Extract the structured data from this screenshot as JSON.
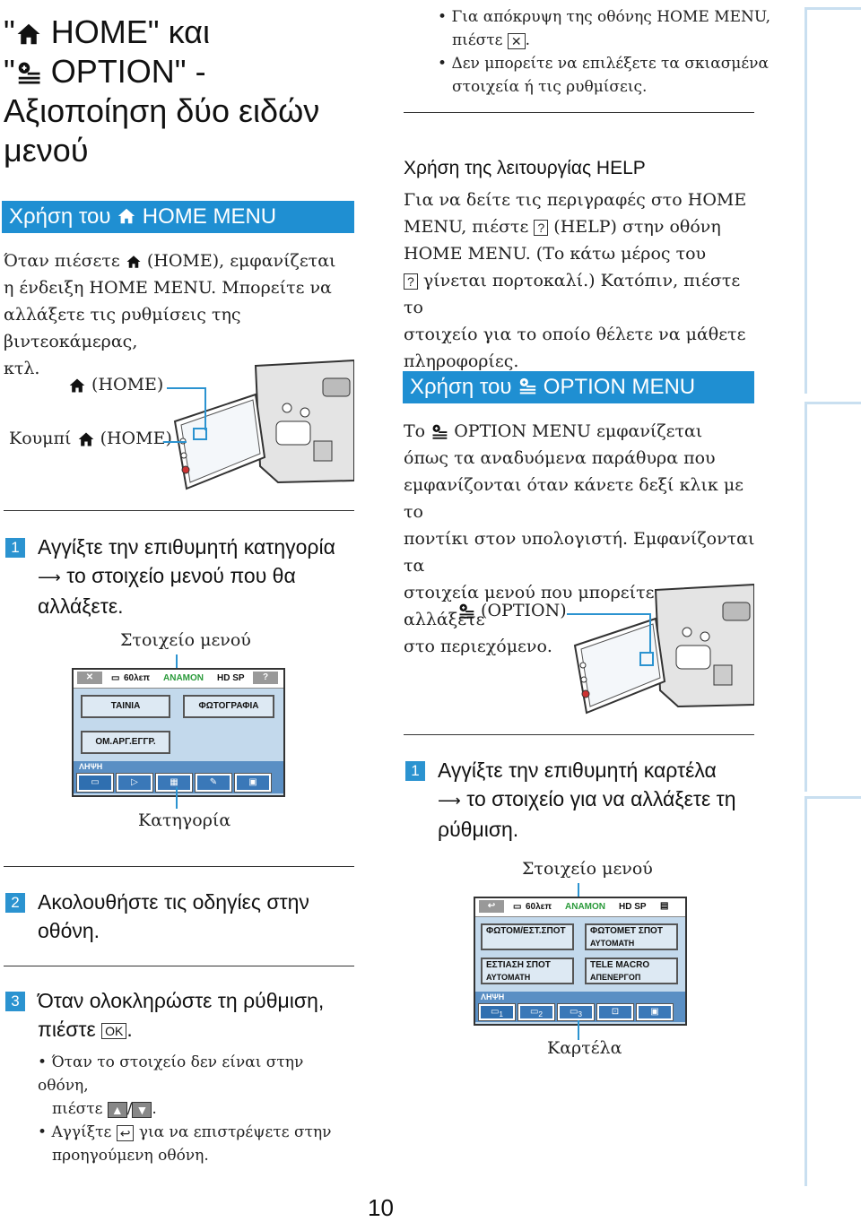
{
  "left": {
    "title_line1": "\" HOME\" και",
    "title_line2": "\" OPTION\" -",
    "title_line3": "Αξιοποίηση δύο ειδών",
    "title_line4": "μενού",
    "home_band": "Χρήση του  HOME MENU",
    "home_para_1": "Όταν πιέσετε  (HOME), εμφανίζεται",
    "home_para_2": "η ένδειξη HOME MENU. Μπορείτε να",
    "home_para_3": "αλλάξετε τις ρυθμίσεις της βιντεοκάμερας,",
    "home_para_4": "κτλ.",
    "callout_home": "(HOME)",
    "callout_button": "Κουμπί",
    "callout_button_home": "(HOME)",
    "step1_num": "1",
    "step1_line1": "Αγγίξτε την επιθυμητή κατηγορία",
    "step1_line2": "το στοιχείο μενού που θα",
    "step1_line3": "αλλάξετε.",
    "label_menu_item": "Στοιχείο μενού",
    "label_category": "Κατηγορία",
    "step2_num": "2",
    "step2_line1": "Ακολουθήστε τις οδηγίες στην",
    "step2_line2": "οθόνη.",
    "step3_num": "3",
    "step3_line1": "Όταν ολοκληρώστε τη ρύθμιση,",
    "step3_line2": "πιέστε",
    "step3_ok": "OK",
    "bullet1_line1": "Όταν το στοιχείο δεν είναι στην οθόνη,",
    "bullet1_line2": "πιέστε",
    "bullet2_line1": "Αγγίξτε",
    "bullet2_line1b": "για να επιστρέψετε στην",
    "bullet2_line2": "προηγούμενη οθόνη."
  },
  "home_screen": {
    "top_close": "✕",
    "top_time": "60λεπ",
    "top_mode": "ΑΝΑΜΟΝ",
    "top_hd": "HD SP",
    "top_help": "?",
    "btn_movie": "ΤΑΙΝΙΑ",
    "btn_photo": "ΦΩΤΟΓΡΑΦΙΑ",
    "btn_rec": "ΟΜ.ΑΡΓ.ΕΓΓΡ.",
    "category_label": "ΛΗΨΗ"
  },
  "right": {
    "bullet_top1_line1": "Για απόκρυψη της οθόνης HOME MENU,",
    "bullet_top1_line2": "πιέστε",
    "bullet_top2_line1": "Δεν μπορείτε να επιλέξετε τα σκιασμένα",
    "bullet_top2_line2": "στοιχεία ή τις ρυθμίσεις.",
    "help_heading": "Χρήση της λειτουργίας HELP",
    "help_line1": "Για να δείτε τις περιγραφές στο HOME",
    "help_line2a": "MENU, πιέστε",
    "help_line2b": "(HELP) στην οθόνη",
    "help_line3": "HOME MENU. (Το κάτω μέρος του",
    "help_line4": "γίνεται πορτοκαλί.) Κατόπιν, πιέστε το",
    "help_line5": "στοιχείο για το οποίο θέλετε να μάθετε",
    "help_line6": "πληροφορίες.",
    "option_band": "Χρήση του  OPTION MENU",
    "opt_line1a": "Το",
    "opt_line1b": "OPTION MENU εμφανίζεται",
    "opt_line2": "όπως τα αναδυόμενα παράθυρα που",
    "opt_line3": "εμφανίζονται όταν κάνετε δεξί κλικ με το",
    "opt_line4": "ποντίκι στον υπολογιστή. Εμφανίζονται τα",
    "opt_line5": "στοιχεία μενού που μπορείτε να αλλάξετε",
    "opt_line6": "στο περιεχόμενο.",
    "callout_option": "(OPTION)",
    "step1_num": "1",
    "step1_line1": "Αγγίξτε την επιθυμητή καρτέλα",
    "step1_line2": "το στοιχείο για να αλλάξετε τη",
    "step1_line3": "ρύθμιση.",
    "label_menu_item": "Στοιχείο μενού",
    "label_tab": "Καρτέλα"
  },
  "option_screen": {
    "top_back": "↩",
    "top_time": "60λεπ",
    "top_mode": "ΑΝΑΜΟΝ",
    "top_hd": "HD SP",
    "btn1_title": "ΦΩΤΟΜ/ΕΣΤ.ΣΠΟΤ",
    "btn2_title": "ΦΩΤΟΜΕΤ ΣΠΟΤ",
    "btn2_value": "ΑΥΤΟΜΑΤΗ",
    "btn3_title": "ΕΣΤΙΑΣΗ ΣΠΟΤ",
    "btn3_value": "ΑΥΤΟΜΑΤΗ",
    "btn4_title": "TELE MACRO",
    "btn4_value": "ΑΠΕΝΕΡΓΟΠ",
    "tab_label": "ΛΗΨΗ",
    "tab1": "1",
    "tab2": "2",
    "tab3": "3"
  },
  "page_number": "10",
  "colors": {
    "accent": "#1f8fd2",
    "screen": "#c3d9ec"
  }
}
